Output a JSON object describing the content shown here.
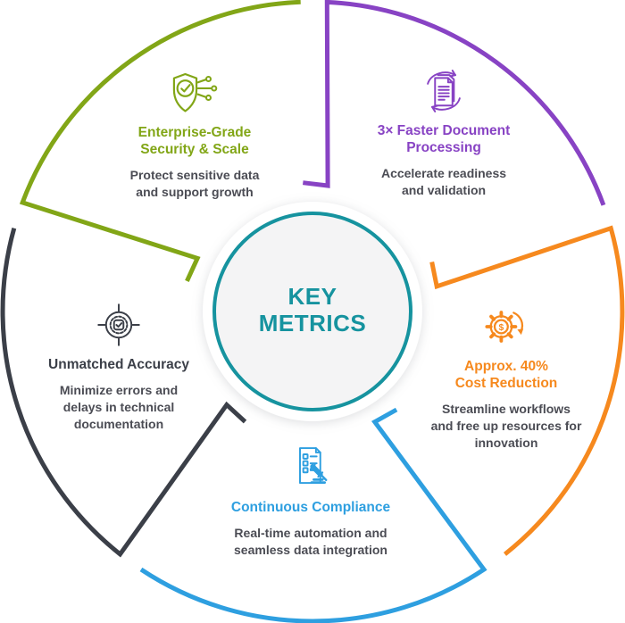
{
  "center": {
    "title_lines": [
      "KEY",
      "METRICS"
    ],
    "ring_color": "#16939F",
    "text_color": "#16939F",
    "fill_color": "#F4F4F5"
  },
  "desc_color": "#4B4C54",
  "segments": [
    {
      "name": "enterprise-security",
      "color": "#82A617",
      "icon": "shield-circuit-icon",
      "title_lines": [
        "Enterprise-Grade",
        "Security & Scale"
      ],
      "desc_lines": [
        "Protect sensitive data",
        "and support growth"
      ]
    },
    {
      "name": "document-processing",
      "color": "#8843C4",
      "icon": "document-refresh-icon",
      "title_lines": [
        "3× Faster Document",
        "Processing"
      ],
      "desc_lines": [
        "Accelerate readiness",
        "and validation"
      ]
    },
    {
      "name": "cost-reduction",
      "color": "#F6891E",
      "icon": "gear-dollar-icon",
      "title_lines": [
        "Approx. 40%",
        "Cost Reduction"
      ],
      "desc_lines": [
        "Streamline workflows",
        "and free up resources for",
        "innovation"
      ]
    },
    {
      "name": "continuous-compliance",
      "color": "#2E9FE0",
      "icon": "clipboard-gavel-icon",
      "title_lines": [
        "Continuous Compliance"
      ],
      "desc_lines": [
        "Real-time automation and",
        "seamless data integration"
      ]
    },
    {
      "name": "unmatched-accuracy",
      "color": "#3B3F48",
      "icon": "target-accuracy-icon",
      "title_lines": [
        "Unmatched Accuracy"
      ],
      "desc_lines": [
        "Minimize errors and",
        "delays in technical",
        "documentation"
      ]
    }
  ]
}
